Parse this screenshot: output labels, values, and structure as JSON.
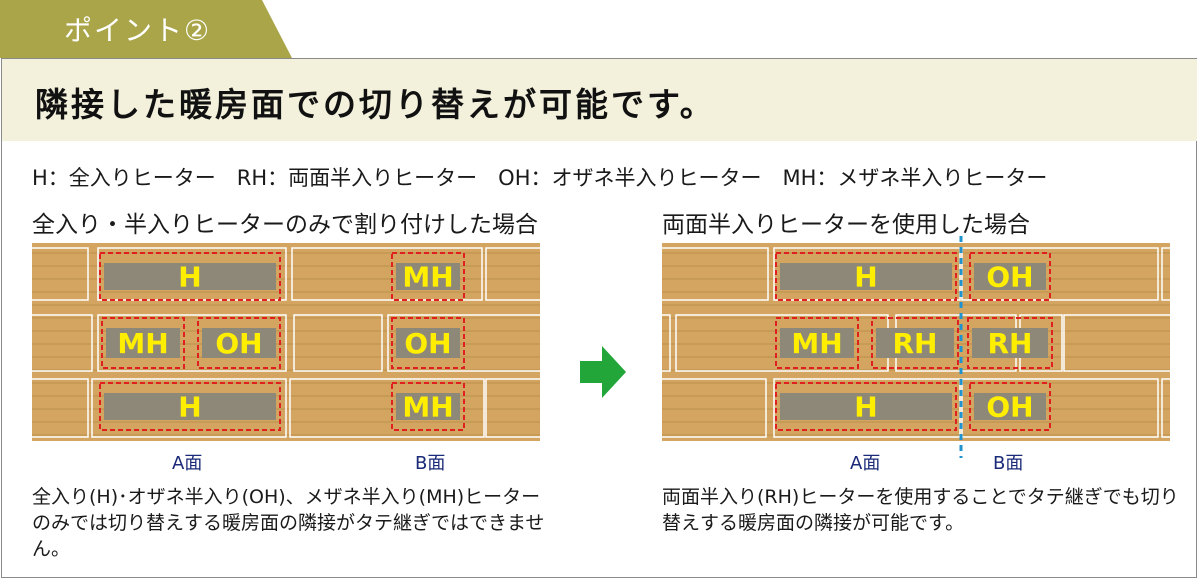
{
  "tab": {
    "label": "ポイント②"
  },
  "headline": "隣接した暖房面での切り替えが可能です。",
  "legend": "H：全入りヒーター　RH：両面半入りヒーター　OH：オザネ半入りヒーター　MH：メザネ半入りヒーター",
  "left": {
    "subtitle": "全入り・半入りヒーターのみで割り付けした場合",
    "rows": [
      [
        "H",
        "MH"
      ],
      [
        "MH",
        "OH",
        "OH"
      ],
      [
        "H",
        "MH"
      ]
    ],
    "face_a": "A面",
    "face_b": "B面",
    "description": "全入り(H)･オザネ半入り(OH)、メザネ半入り(MH)ヒーターのみでは切り替えする暖房面の隣接がタテ継ぎではできません。"
  },
  "right": {
    "subtitle": "両面半入りヒーターを使用した場合",
    "rows": [
      [
        "H",
        "OH"
      ],
      [
        "MH",
        "RH",
        "RH"
      ],
      [
        "H",
        "OH"
      ]
    ],
    "face_a": "A面",
    "face_b": "B面",
    "description": "両面半入り(RH)ヒーターを使用することでタテ継ぎでも切り替えする暖房面の隣接が可能です。"
  },
  "colors": {
    "tab": "#a9a548",
    "band": "#f3f1dc",
    "wood": "#d3a560",
    "heater": "#8e8878",
    "dash": "#e02020",
    "label": "#ffee00",
    "arrow": "#22a63a",
    "divider": "#1f93cf",
    "face": "#1b2a78"
  }
}
